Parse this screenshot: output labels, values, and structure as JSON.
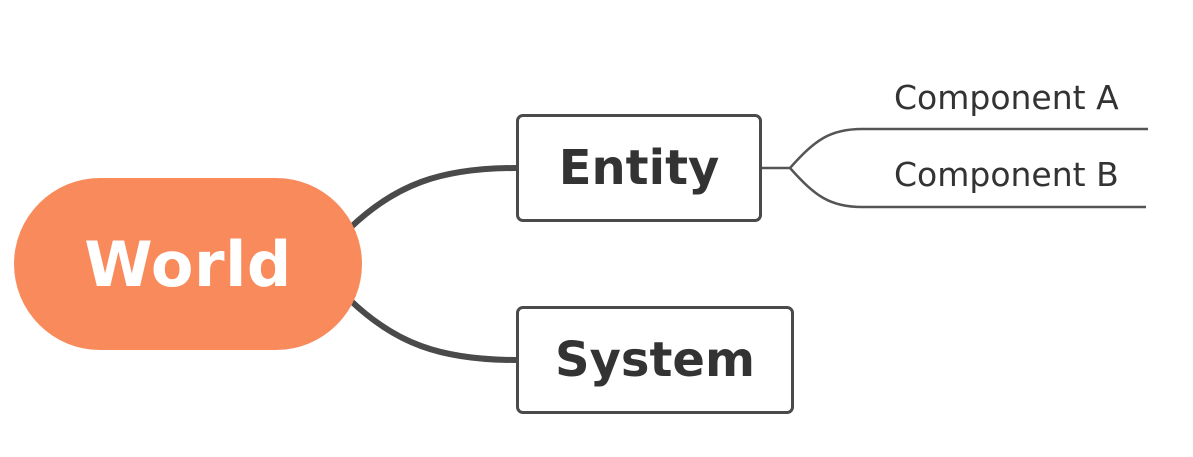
{
  "root": {
    "label": "World"
  },
  "branches": [
    {
      "label": "Entity",
      "children": [
        {
          "label": "Component A"
        },
        {
          "label": "Component B"
        }
      ]
    },
    {
      "label": "System",
      "children": []
    }
  ],
  "colors": {
    "root_fill": "#f98a5c",
    "root_text": "#ffffff",
    "connector": "#4a4a4a",
    "main_text": "#333333",
    "sub_text": "#333333",
    "sub_line": "#555555"
  }
}
